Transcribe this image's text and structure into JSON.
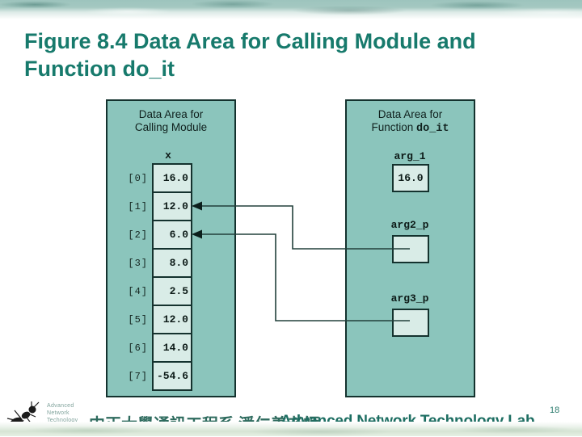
{
  "title": {
    "line1": "Figure 8.4  Data Area for Calling Module and",
    "line2": "Function do_it"
  },
  "diagram": {
    "left": {
      "header_line1": "Data Area for",
      "header_line2": "Calling Module",
      "var_label": "x",
      "rows": [
        {
          "index": "[0]",
          "value": "16.0"
        },
        {
          "index": "[1]",
          "value": "12.0"
        },
        {
          "index": "[2]",
          "value": "6.0"
        },
        {
          "index": "[3]",
          "value": "8.0"
        },
        {
          "index": "[4]",
          "value": "2.5"
        },
        {
          "index": "[5]",
          "value": "12.0"
        },
        {
          "index": "[6]",
          "value": "14.0"
        },
        {
          "index": "[7]",
          "value": "-54.6"
        }
      ]
    },
    "right": {
      "header_line1": "Data Area for",
      "header_line2_prefix": "Function ",
      "header_line2_code": "do_it",
      "arg1_label": "arg_1",
      "arg1_value": "16.0",
      "arg2_label": "arg2_p",
      "arg3_label": "arg3_p"
    }
  },
  "footer": {
    "logo_line1": "Advanced",
    "logo_line2": "Network",
    "logo_line3": "Technology",
    "dept": "中正大學通訊工程系 潘仁義老師",
    "lab": "Advanced Network Technology Lab",
    "page": "18"
  },
  "colors": {
    "title_teal": "#177a6c",
    "panel_fill": "#8bc5bc",
    "panel_border": "#14322e",
    "cell_fill": "#d9ece7",
    "arrow": "#22403b",
    "footer_teal": "#1d6e62"
  }
}
